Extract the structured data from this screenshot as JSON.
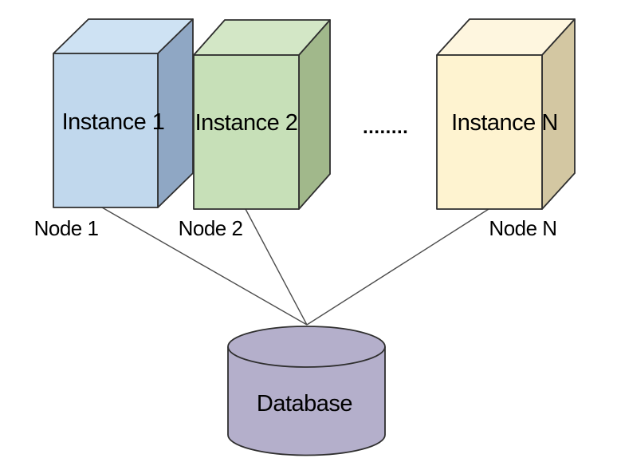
{
  "diagram": {
    "background": "#ffffff",
    "outline_color": "#2f2f2f",
    "connector_color": "#4d4d4d",
    "nodes": [
      {
        "instance_label": "Instance 1",
        "node_label": "Node 1",
        "colors": {
          "front": "#c1d8ed",
          "top": "#cee2f3",
          "side": "#8fa7c4"
        }
      },
      {
        "instance_label": "Instance 2",
        "node_label": "Node 2",
        "colors": {
          "front": "#c7e0b8",
          "top": "#d3e7c6",
          "side": "#a1b88b"
        }
      },
      {
        "instance_label": "Instance N",
        "node_label": "Node N",
        "colors": {
          "front": "#fef3d0",
          "top": "#fef6df",
          "side": "#d3c7a2"
        }
      }
    ],
    "ellipsis": "........",
    "database": {
      "label": "Database",
      "fill": "#b4afcb"
    }
  }
}
